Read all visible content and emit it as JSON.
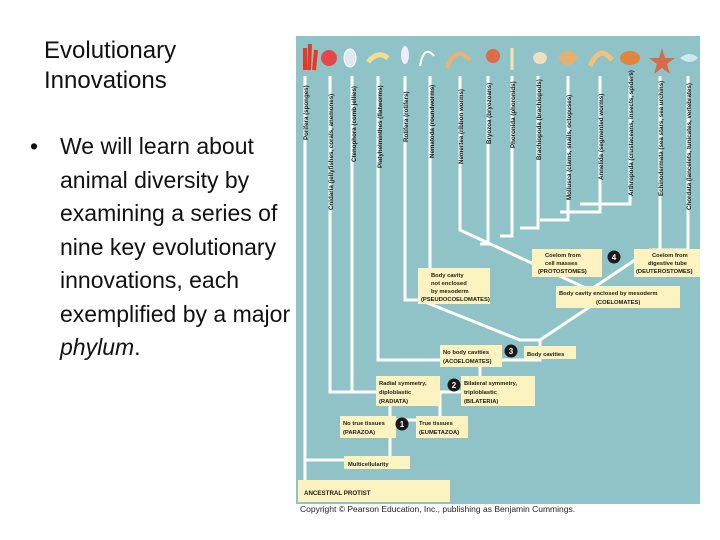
{
  "slide": {
    "title": "Evolutionary\nInnovations",
    "bullet_marker": "•",
    "bullet_lead": "We will learn about animal diversity by examining a series of nine key evolutionary innovations, each exemplified by a major ",
    "bullet_emphasis": "phylum",
    "bullet_tail": "."
  },
  "diagram": {
    "phyla": [
      "Porifera (sponges)",
      "Cnidaria (jellyfishes, corals, anemones)",
      "Ctenophora (comb jellies)",
      "Platyhelminthes (flatworms)",
      "Rotifera (rotifers)",
      "Nematoda (roundworms)",
      "Nemertea (ribbon worms)",
      "Bryozoa (bryozoans)",
      "Phoronida (phoronids)",
      "Brachiopoda (brachiopods)",
      "Mollusca (clams, snails, octopuses)",
      "Annelida (segmented worms)",
      "Arthropoda (crustaceans, insects, spiders)",
      "Echinodermata (sea stars, sea urchins)",
      "Chordata (lancelets, tunicates, vertebrates)"
    ],
    "nodes": {
      "multicellularity": "Multicellularity",
      "no_true_tissues": "No true tissues",
      "no_true_tissues_group": "(PARAZOA)",
      "true_tissues": "True tissues",
      "true_tissues_group": "(EUMETAZOA)",
      "radial": "Radial symmetry,",
      "radial2": "diploblastic",
      "radial_group": "(RADIATA)",
      "bilateral": "Bilateral symmetry,",
      "bilateral2": "triploblastic",
      "bilateral_group": "(BILATERIA)",
      "no_body_cavities": "No body cavities",
      "no_body_cavities_group": "(ACOELOMATES)",
      "body_cavities": "Body cavities",
      "pseudo1": "Body cavity",
      "pseudo2": "not enclosed",
      "pseudo3": "by mesoderm",
      "pseudo_group": "(PSEUDOCOELOMATES)",
      "coelom_mesoderm": "Body cavity enclosed by mesoderm",
      "coelomates_group": "(COELOMATES)",
      "coelom_cell1": "Coelom from",
      "coelom_cell2": "cell masses",
      "protostomes_group": "(PROTOSTOMES)",
      "coelom_gut1": "Coelom from",
      "coelom_gut2": "digestive tube",
      "deuterostomes_group": "(DEUTEROSTOMES)"
    },
    "numbers": [
      "1",
      "2",
      "3",
      "4"
    ],
    "ancestor": "ANCESTRAL PROTIST",
    "copyright": "Copyright © Pearson Education, Inc., publishing as Benjamin Cummings."
  }
}
